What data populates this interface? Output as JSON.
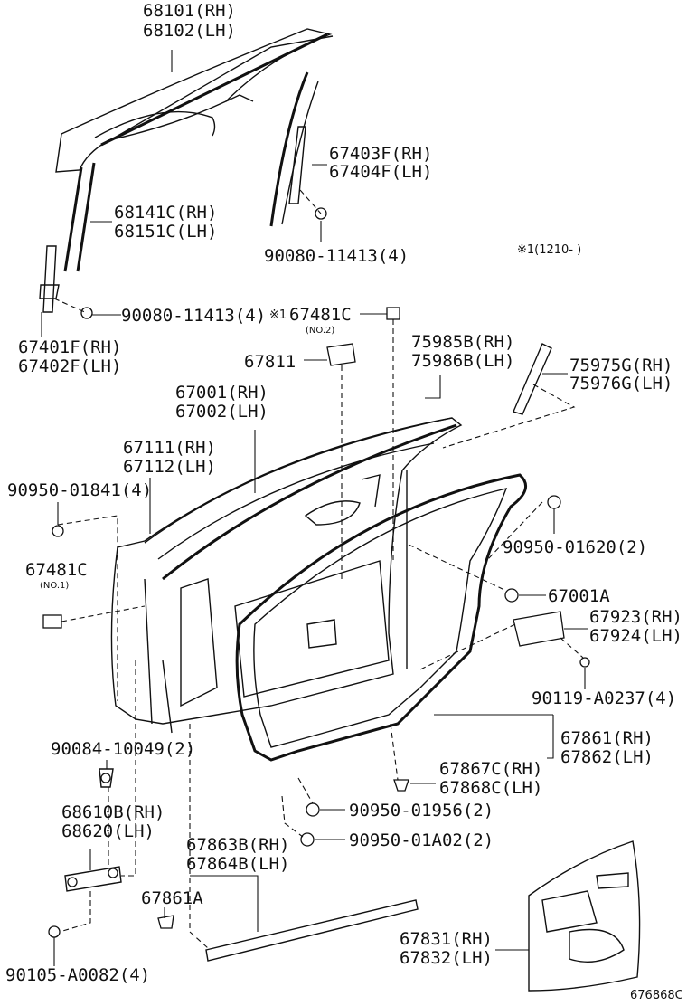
{
  "labels": {
    "glass": [
      "68101(RH)",
      "68102(LH)"
    ],
    "sash_rear": [
      "67403F(RH)",
      "67404F(LH)"
    ],
    "sash_front": [
      "68141C(RH)",
      "68151C(LH)"
    ],
    "bolt_upper": "90080-11413(4)",
    "footnote": "※1(1210-     )",
    "bolt_front": "90080-11413(4)",
    "sash_lower": [
      "67401F(RH)",
      "67402F(LH)"
    ],
    "pad_no2_mark": "※1",
    "pad_no2": "67481C",
    "pad_no2_sub": "(NO.2)",
    "trim_upper": [
      "75985B(RH)",
      "75986B(LH)"
    ],
    "pad_67811": "67811",
    "garnish": [
      "75975G(RH)",
      "75976G(LH)"
    ],
    "panel": [
      "67001(RH)",
      "67002(LH)"
    ],
    "frame": [
      "67111(RH)",
      "67112(LH)"
    ],
    "plug_left": "90950-01841(4)",
    "plug_right": "90950-01620(2)",
    "pad_no1": "67481C",
    "pad_no1_sub": "(NO.1)",
    "plug_67001a": "67001A",
    "cover": [
      "67923(RH)",
      "67924(LH)"
    ],
    "screw_cover": "90119-A0237(4)",
    "weatherstrip": [
      "67861(RH)",
      "67862(LH)"
    ],
    "bolt_hinge": "90084-10049(2)",
    "clip": [
      "67867C(RH)",
      "67868C(LH)"
    ],
    "check": [
      "68610B(RH)",
      "68620(LH)"
    ],
    "plug_bottom1": "90950-01956(2)",
    "plug_bottom2": "90950-01A02(2)",
    "seal_lower": [
      "67863B(RH)",
      "67864B(LH)"
    ],
    "seal_a": "67861A",
    "trim_panel": [
      "67831(RH)",
      "67832(LH)"
    ],
    "bolt_check": "90105-A0082(4)",
    "ref_code": "676868C"
  }
}
